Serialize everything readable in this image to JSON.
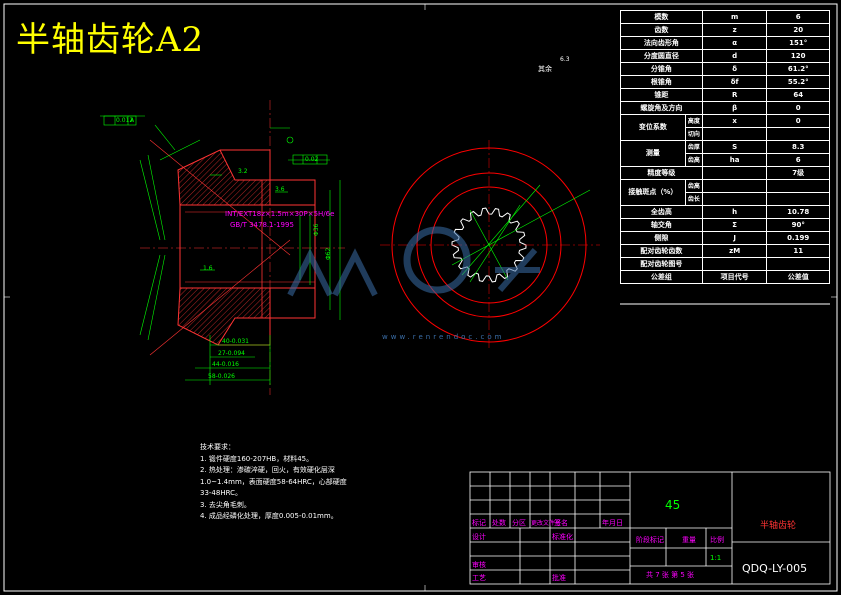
{
  "drawing": {
    "title": "半轴齿轮A2",
    "surface_note": "其余",
    "roughness": "6.3",
    "spline_note_1": "INT/EXT18z×1.5m×30P×5H/6e",
    "spline_note_2": "GB/T 3478.1-1995",
    "watermark_url": "www.renrendoc.com",
    "dims": {
      "tol1": "0.012",
      "datum_a": "A",
      "tol2": "0.02",
      "d1": "40-0.031",
      "d2": "27-0.094",
      "d3": "44-0.016",
      "d4": "58-0.026",
      "phi1": "Φ36",
      "phi2": "Φ62",
      "rough_a": "3.2",
      "rough_b": "3.6",
      "rough_c": "1.6"
    }
  },
  "params": {
    "rows": [
      {
        "name": "模数",
        "sym": "m",
        "val": "6"
      },
      {
        "name": "齿数",
        "sym": "z",
        "val": "20"
      },
      {
        "name": "法向齿形角",
        "sym": "α",
        "val": "151°"
      },
      {
        "name": "分度圆直径",
        "sym": "d",
        "val": "120"
      },
      {
        "name": "分锥角",
        "sym": "δ",
        "val": "61.2°"
      },
      {
        "name": "根锥角",
        "sym": "δf",
        "val": "55.2°"
      },
      {
        "name": "锥距",
        "sym": "R",
        "val": "64"
      },
      {
        "name": "螺旋角及方向",
        "sym": "β",
        "val": "0"
      },
      {
        "name": "变位系数",
        "sub1": "高度",
        "sub2": "切向",
        "sym": "x",
        "val": "0"
      },
      {
        "name": "测量",
        "sub1": "齿厚",
        "sub2": "齿高",
        "sym": "S",
        "sym2": "ha",
        "val": "8.3",
        "val2": "6"
      },
      {
        "name": "精度等级",
        "sym": "",
        "val": "7级"
      },
      {
        "name": "接触斑点（%）",
        "sub1": "齿高",
        "sub2": "齿长",
        "sym": "",
        "val": ""
      },
      {
        "name": "全齿高",
        "sym": "h",
        "val": "10.78"
      },
      {
        "name": "轴交角",
        "sym": "Σ",
        "val": "90°"
      },
      {
        "name": "侧隙",
        "sym": "J",
        "val": "0.199"
      },
      {
        "name": "配对齿轮齿数",
        "sym": "zM",
        "val": "11"
      },
      {
        "name": "配对齿轮图号",
        "sym": "",
        "val": ""
      },
      {
        "name": "公差组",
        "sym": "项目代号",
        "val": "公差值"
      }
    ]
  },
  "notes": {
    "heading": "技术要求：",
    "lines": [
      "1. 锻件硬度160-207HB，材料45。",
      "2. 热处理：渗碳淬硬，回火，有效硬化层深",
      "1.0~1.4mm，表面硬度58-64HRC，心部硬度",
      "33-48HRC。",
      "3. 去尖角毛刺。",
      "4. 成品经磷化处理，厚度0.005-0.01mm。"
    ]
  },
  "titleblock": {
    "material": "45",
    "part_name": "半轴齿轮",
    "drawing_no": "QDQ-LY-005",
    "labels": {
      "mark": "标记",
      "count": "处数",
      "zone": "分区",
      "change_no": "更改文件号",
      "sign": "签名",
      "date": "年月日",
      "design": "设计",
      "standard": "标准化",
      "stage_mark": "阶段标记",
      "weight": "重量",
      "scale": "比例",
      "review": "审核",
      "craft": "工艺",
      "approve": "批准"
    },
    "scale": "1:1",
    "sheets": "共 7 张 第 5 张"
  },
  "colors": {
    "yellow": "#ffff00",
    "green": "#00ff00",
    "red": "#ff0000",
    "magenta": "#ff00ff",
    "white": "#ffffff",
    "watermark": "#3a6ea8"
  }
}
